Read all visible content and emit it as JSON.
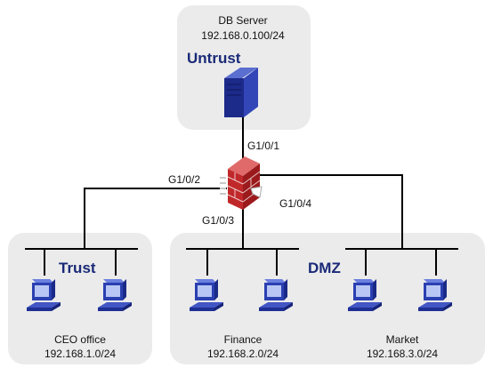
{
  "zones": {
    "untrust": {
      "title": "Untrust"
    },
    "trust": {
      "title": "Trust"
    },
    "dmz": {
      "title": "DMZ"
    }
  },
  "server": {
    "name": "DB Server",
    "ip": "192.168.0.100/24"
  },
  "interfaces": {
    "g1": "G1/0/1",
    "g2": "G1/0/2",
    "g3": "G1/0/3",
    "g4": "G1/0/4"
  },
  "segments": {
    "ceo": {
      "name": "CEO office",
      "subnet": "192.168.1.0/24"
    },
    "finance": {
      "name": "Finance",
      "subnet": "192.168.2.0/24"
    },
    "market": {
      "name": "Market",
      "subnet": "192.168.3.0/24"
    }
  },
  "colors": {
    "zone_bg": "#ebebeb",
    "zone_title": "#1a2a78",
    "firewall": "#c0282a",
    "pc": "#2a3fb0",
    "line": "#000000"
  }
}
